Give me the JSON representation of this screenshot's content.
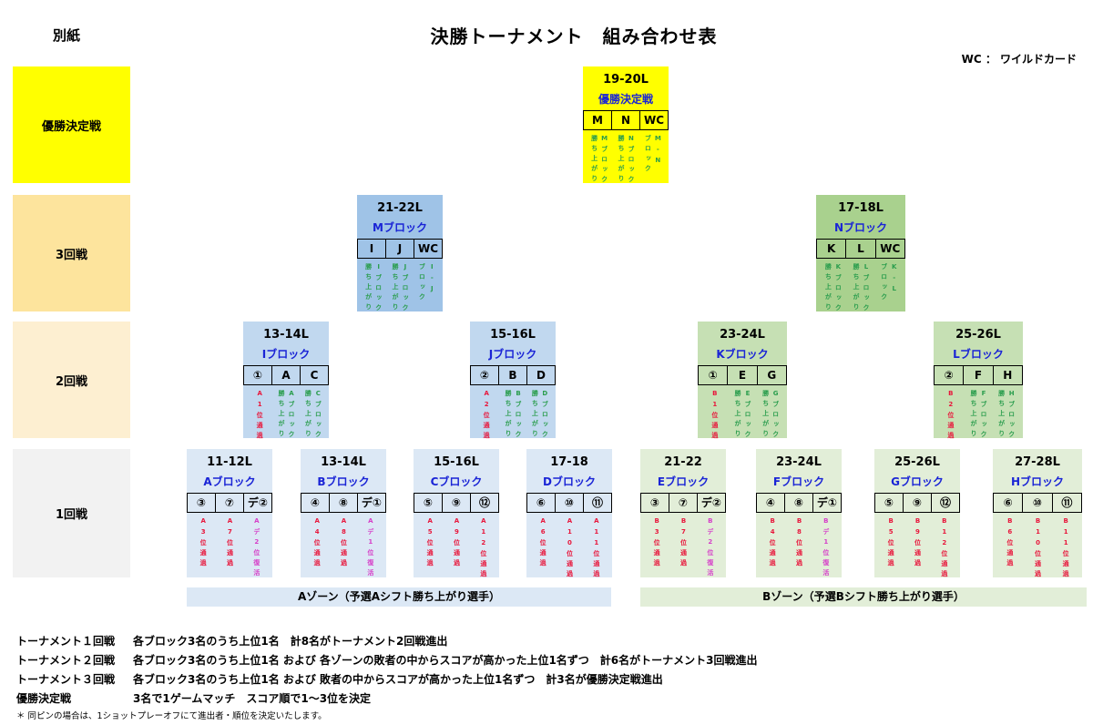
{
  "header": {
    "top_left": "別紙",
    "title": "決勝トーナメント　組み合わせ表",
    "wc_note": "WC ： ワイルドカード"
  },
  "colors": {
    "yellow": "#ffff00",
    "orange": "#fde49d",
    "light_orange": "#fdefd1",
    "gray": "#f2f2f2",
    "blue_r3": "#9fc3e7",
    "green_r3": "#a9d18e",
    "blue_r2": "#c1d8ef",
    "green_r2": "#c6e0b4",
    "blue_r1": "#dce8f5",
    "green_r1": "#e2eed8",
    "note_green": "#2a9d4d",
    "note_red": "#e8163b",
    "note_pink": "#d63ec8",
    "block_name_blue": "#1a24d6"
  },
  "rounds": [
    "優勝決定戦",
    "3回戦",
    "2回戦",
    "1回戦"
  ],
  "blocks": {
    "final": {
      "code": "19-20L",
      "name": "優勝決定戦",
      "slots": [
        "M",
        "N",
        "WC"
      ],
      "notes": [
        {
          "text": "勝ち上がり",
          "color": "green"
        },
        {
          "text": "Mブロック",
          "color": "green"
        },
        {
          "text": "勝ち上がり",
          "color": "green"
        },
        {
          "text": "Nブロック",
          "color": "green"
        },
        {
          "text": "ブロック",
          "color": "green"
        },
        {
          "text": "M-N",
          "color": "green"
        }
      ]
    },
    "m": {
      "code": "21-22L",
      "name": "Mブロック",
      "slots": [
        "I",
        "J",
        "WC"
      ],
      "notes": [
        {
          "text": "勝ち上がり",
          "color": "green"
        },
        {
          "text": "Iブロック",
          "color": "green"
        },
        {
          "text": "勝ち上がり",
          "color": "green"
        },
        {
          "text": "Jブロック",
          "color": "green"
        },
        {
          "text": "ブロック",
          "color": "green"
        },
        {
          "text": "I-J",
          "color": "green"
        }
      ]
    },
    "n": {
      "code": "17-18L",
      "name": "Nブロック",
      "slots": [
        "K",
        "L",
        "WC"
      ],
      "notes": [
        {
          "text": "勝ち上がり",
          "color": "green"
        },
        {
          "text": "Kブロック",
          "color": "green"
        },
        {
          "text": "勝ち上がり",
          "color": "green"
        },
        {
          "text": "Lブロック",
          "color": "green"
        },
        {
          "text": "ブロック",
          "color": "green"
        },
        {
          "text": "K-L",
          "color": "green"
        }
      ]
    },
    "i": {
      "code": "13-14L",
      "name": "Iブロック",
      "slots": [
        "①",
        "A",
        "C"
      ],
      "notes": [
        {
          "text": "A1位通過",
          "color": "red"
        },
        {
          "text": "勝ち上がり",
          "color": "green"
        },
        {
          "text": "Aブロック",
          "color": "green"
        },
        {
          "text": "勝ち上がり",
          "color": "green"
        },
        {
          "text": "Cブロック",
          "color": "green"
        }
      ]
    },
    "j": {
      "code": "15-16L",
      "name": "Jブロック",
      "slots": [
        "②",
        "B",
        "D"
      ],
      "notes": [
        {
          "text": "A2位通過",
          "color": "red"
        },
        {
          "text": "勝ち上がり",
          "color": "green"
        },
        {
          "text": "Bブロック",
          "color": "green"
        },
        {
          "text": "勝ち上がり",
          "color": "green"
        },
        {
          "text": "Dブロック",
          "color": "green"
        }
      ]
    },
    "k": {
      "code": "23-24L",
      "name": "Kブロック",
      "slots": [
        "①",
        "E",
        "G"
      ],
      "notes": [
        {
          "text": "B1位通過",
          "color": "red"
        },
        {
          "text": "勝ち上がり",
          "color": "green"
        },
        {
          "text": "Eブロック",
          "color": "green"
        },
        {
          "text": "勝ち上がり",
          "color": "green"
        },
        {
          "text": "Gブロック",
          "color": "green"
        }
      ]
    },
    "l": {
      "code": "25-26L",
      "name": "Lブロック",
      "slots": [
        "②",
        "F",
        "H"
      ],
      "notes": [
        {
          "text": "B2位通過",
          "color": "red"
        },
        {
          "text": "勝ち上がり",
          "color": "green"
        },
        {
          "text": "Fブロック",
          "color": "green"
        },
        {
          "text": "勝ち上がり",
          "color": "green"
        },
        {
          "text": "Hブロック",
          "color": "green"
        }
      ]
    },
    "a": {
      "code": "11-12L",
      "name": "Aブロック",
      "slots": [
        "③",
        "⑦",
        "デ②"
      ],
      "notes": [
        {
          "text": "A3位通過",
          "color": "red"
        },
        {
          "text": "A7位通過",
          "color": "red"
        },
        {
          "text": "Aデ2位復活",
          "color": "pink"
        }
      ]
    },
    "b": {
      "code": "13-14L",
      "name": "Bブロック",
      "slots": [
        "④",
        "⑧",
        "デ①"
      ],
      "notes": [
        {
          "text": "A4位通過",
          "color": "red"
        },
        {
          "text": "A8位通過",
          "color": "red"
        },
        {
          "text": "Aデ1位復活",
          "color": "pink"
        }
      ]
    },
    "c": {
      "code": "15-16L",
      "name": "Cブロック",
      "slots": [
        "⑤",
        "⑨",
        "⑫"
      ],
      "notes": [
        {
          "text": "A5位通過",
          "color": "red"
        },
        {
          "text": "A9位通過",
          "color": "red"
        },
        {
          "text": "A12位通過",
          "color": "red"
        }
      ]
    },
    "d": {
      "code": "17-18",
      "name": "Dブロック",
      "slots": [
        "⑥",
        "⑩",
        "⑪"
      ],
      "notes": [
        {
          "text": "A6位通過",
          "color": "red"
        },
        {
          "text": "A10位通過",
          "color": "red"
        },
        {
          "text": "A11位通過",
          "color": "red"
        }
      ]
    },
    "e": {
      "code": "21-22",
      "name": "Eブロック",
      "slots": [
        "③",
        "⑦",
        "デ②"
      ],
      "notes": [
        {
          "text": "B3位通過",
          "color": "red"
        },
        {
          "text": "B7位通過",
          "color": "red"
        },
        {
          "text": "Bデ2位復活",
          "color": "pink"
        }
      ]
    },
    "f": {
      "code": "23-24L",
      "name": "Fブロック",
      "slots": [
        "④",
        "⑧",
        "デ①"
      ],
      "notes": [
        {
          "text": "B4位通過",
          "color": "red"
        },
        {
          "text": "B8位通過",
          "color": "red"
        },
        {
          "text": "Bデ1位復活",
          "color": "pink"
        }
      ]
    },
    "g": {
      "code": "25-26L",
      "name": "Gブロック",
      "slots": [
        "⑤",
        "⑨",
        "⑫"
      ],
      "notes": [
        {
          "text": "B5位通過",
          "color": "red"
        },
        {
          "text": "B9位通過",
          "color": "red"
        },
        {
          "text": "B12位通過",
          "color": "red"
        }
      ]
    },
    "h": {
      "code": "27-28L",
      "name": "Hブロック",
      "slots": [
        "⑥",
        "⑩",
        "⑪"
      ],
      "notes": [
        {
          "text": "B6位通過",
          "color": "red"
        },
        {
          "text": "B10位通過",
          "color": "red"
        },
        {
          "text": "B11位通過",
          "color": "red"
        }
      ]
    }
  },
  "zones": {
    "a": "Aゾーン（予選Aシフト勝ち上がり選手）",
    "b": "Bゾーン（予選Bシフト勝ち上がり選手）"
  },
  "rules": [
    {
      "label": "トーナメント１回戦",
      "text": "各ブロック3名のうち上位1名　計8名がトーナメント2回戦進出"
    },
    {
      "label": "トーナメント２回戦",
      "text": "各ブロック3名のうち上位1名 および 各ゾーンの敗者の中からスコアが高かった上位1名ずつ　計6名がトーナメント3回戦進出"
    },
    {
      "label": "トーナメント３回戦",
      "text": "各ブロック3名のうち上位1名 および 敗者の中からスコアが高かった上位1名ずつ　計3名が優勝決定戦進出"
    },
    {
      "label": "優勝決定戦",
      "text": "3名で1ゲームマッチ　スコア順で1～3位を決定"
    }
  ],
  "footnote": "＊ 同ピンの場合は、1ショットプレーオフにて進出者・順位を決定いたします。"
}
